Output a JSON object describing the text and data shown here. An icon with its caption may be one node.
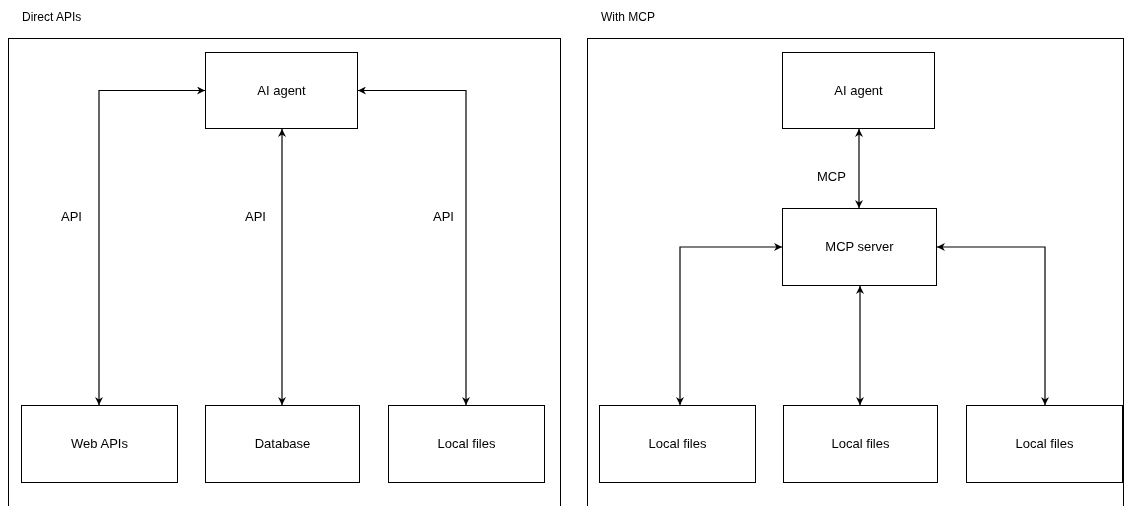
{
  "diagram": {
    "nodes": [
      {
        "text": [
          "Direct APIs"
        ]
      },
      {
        "text": [
          "AI agent"
        ],
        "in": 0
      },
      {
        "text": [
          "Web APIs"
        ],
        "in": 0
      },
      {
        "text": [
          "Database"
        ],
        "in": 0
      },
      {
        "text": [
          "Local files"
        ],
        "in": 0
      },
      {
        "text": [
          "With MCP"
        ]
      },
      {
        "text": [
          "AI agent"
        ],
        "in": 5
      },
      {
        "text": [
          "MCP server"
        ],
        "in": 5
      },
      {
        "text": [
          "Local files"
        ],
        "in": 5
      },
      {
        "text": [
          "Local files"
        ],
        "in": 5
      },
      {
        "text": [
          "Local files"
        ],
        "in": 5
      }
    ],
    "edges": [
      {
        "from": 1,
        "to": 2,
        "arrow": "both",
        "label": "API"
      },
      {
        "from": 1,
        "to": 3,
        "arrow": "both",
        "label": "API"
      },
      {
        "from": 1,
        "to": 4,
        "arrow": "both",
        "label": "API"
      },
      {
        "from": 6,
        "to": 7,
        "arrow": "both",
        "label": "MCP"
      },
      {
        "from": 7,
        "to": 8,
        "arrow": "both"
      },
      {
        "from": 7,
        "to": 9,
        "arrow": "both"
      },
      {
        "from": 7,
        "to": 10,
        "arrow": "both"
      }
    ]
  }
}
